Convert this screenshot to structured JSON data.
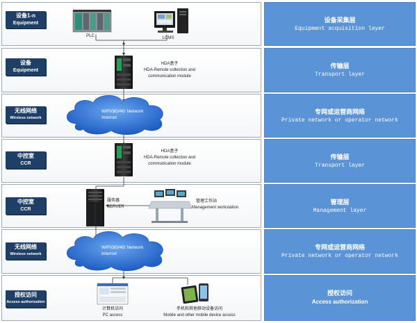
{
  "rows": [
    {
      "tag_zh": "设备1-n",
      "tag_en": "Equipment",
      "right_zh": "设备采集层",
      "right_en": "Equipment acquisition layer"
    },
    {
      "tag_zh": "设备",
      "tag_en": "Equipment",
      "right_zh": "传输层",
      "right_en": "Transport layer"
    },
    {
      "tag_zh": "无线网络",
      "tag_en": "Wireless network",
      "right_zh": "专网或运营商网络",
      "right_en": "Private network or operator network"
    },
    {
      "tag_zh": "中控室",
      "tag_en": "CCR",
      "right_zh": "传输层",
      "right_en": "Transport layer"
    },
    {
      "tag_zh": "中控室",
      "tag_en": "CCR",
      "right_zh": "管理层",
      "right_en": "Management layer"
    },
    {
      "tag_zh": "无线网络",
      "tag_en": "Wireless network",
      "right_zh": "专网或运营商网络",
      "right_en": "Private network or operator network"
    },
    {
      "tag_zh": "授权访问",
      "tag_en": "Access authorization",
      "right_zh": "授权访问",
      "right_en": "Access authorization"
    }
  ],
  "labels": {
    "plc": "PLC",
    "lcms": "LCMS",
    "hda_zh": "HDA盒子",
    "hda_en1": "HDA-Remote collection and",
    "hda_en2": "communication module",
    "cloud_1": "WIFI/3G/4G Network",
    "cloud_2": "Internet",
    "server_zh": "服务器",
    "server_en": "SERVER",
    "workstation_zh": "管理工作站",
    "workstation_en": "Management workstation",
    "pc_zh": "计算机访问",
    "pc_en": "PC access",
    "mobile_zh": "手机和其他移动设备访问",
    "mobile_en": "Mobile and other mobile device access"
  },
  "colors": {
    "tag_bg": "#1f3f66",
    "layer_bg": "#5b94d6",
    "cloud": "#2f6fd1"
  }
}
